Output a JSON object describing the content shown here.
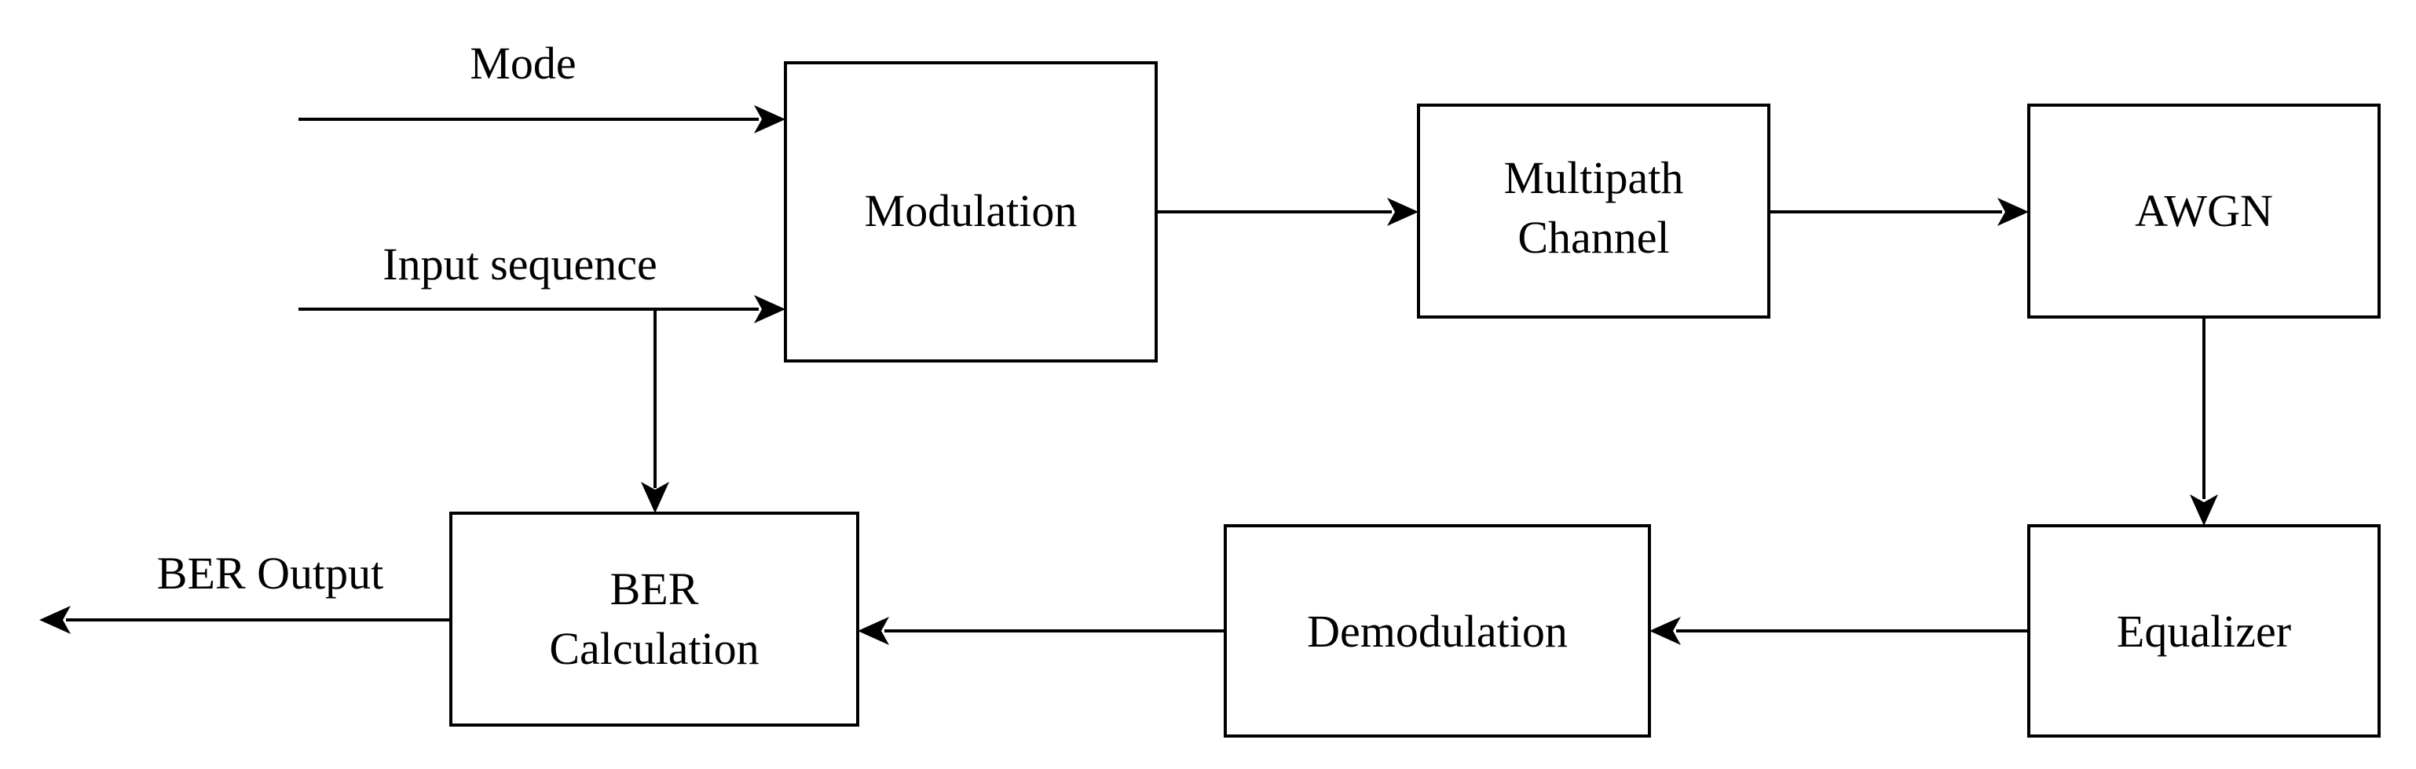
{
  "blocks": {
    "modulation": {
      "lines": [
        "Modulation"
      ]
    },
    "multipath_channel": {
      "lines": [
        "Multipath",
        "Channel"
      ]
    },
    "awgn": {
      "lines": [
        "AWGN"
      ]
    },
    "equalizer": {
      "lines": [
        "Equalizer"
      ]
    },
    "demodulation": {
      "lines": [
        "Demodulation"
      ]
    },
    "ber_calculation": {
      "lines": [
        "BER",
        "Calculation"
      ]
    }
  },
  "signals": {
    "mode": "Mode",
    "input_sequence": "Input sequence",
    "ber_output": "BER Output"
  },
  "colors": {
    "stroke": "#000000",
    "background": "#ffffff"
  }
}
